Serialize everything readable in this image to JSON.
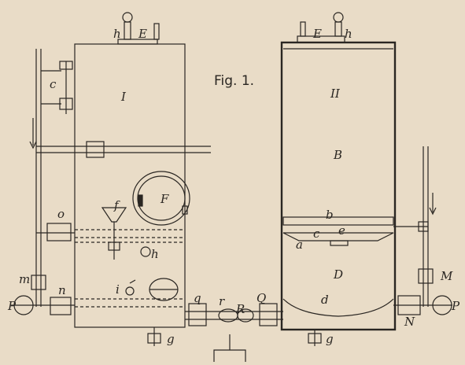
{
  "figure": {
    "caption": "Fig. 1."
  },
  "labels": {
    "h_left": "h",
    "E_left": "E",
    "I": "I",
    "c": "c",
    "o": "o",
    "f": "f",
    "F": "F",
    "h_mid": "h",
    "i": "i",
    "m": "m",
    "n": "n",
    "P_left": "P",
    "g_left": "g",
    "q": "q",
    "r": "r",
    "R": "R",
    "Q": "Q",
    "E_right": "E",
    "h_right": "h",
    "II": "II",
    "B": "B",
    "b": "b",
    "c_right": "c",
    "e": "e",
    "a": "a",
    "D": "D",
    "d": "d",
    "g_right": "g",
    "M": "M",
    "N": "N",
    "P_right": "P"
  },
  "colors": {
    "paper": "#e9dcc7",
    "ink": "#2a2622"
  }
}
